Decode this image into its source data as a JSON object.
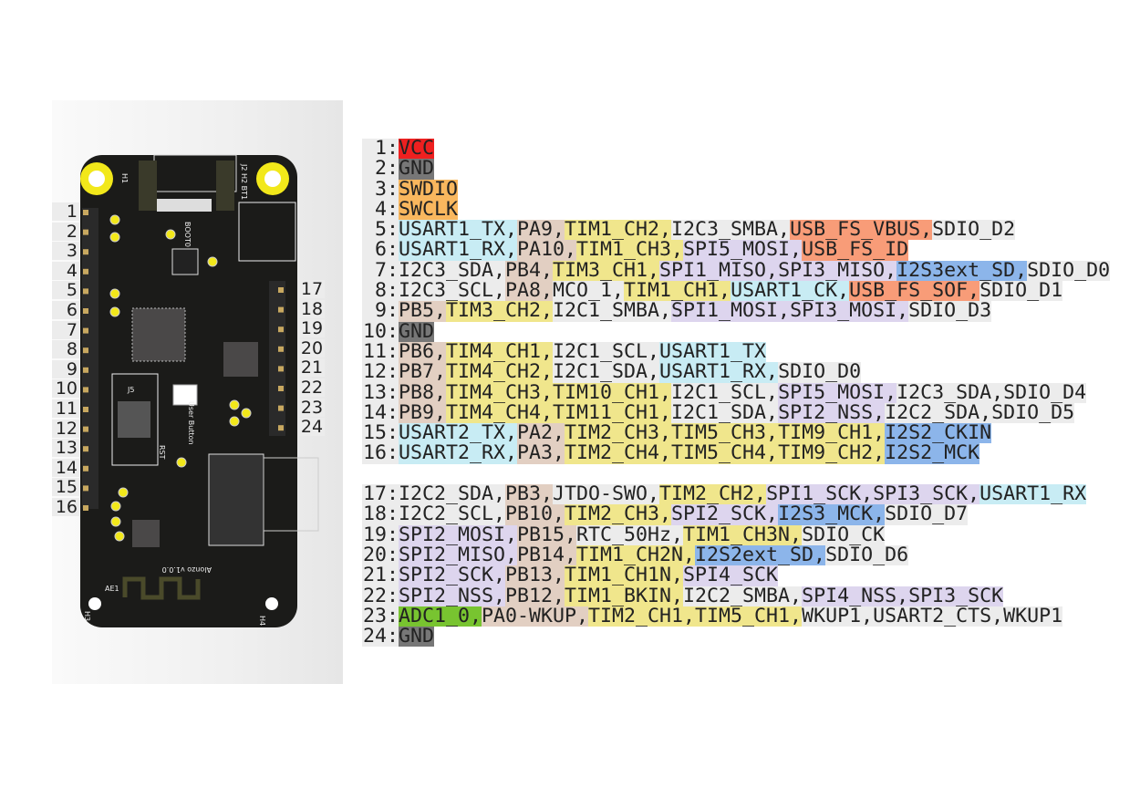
{
  "colors": {
    "power": "#ee2020",
    "gnd": "#777777",
    "debug": "#f9b75e",
    "uart": "#c8ecf4",
    "port": "#e2cfc2",
    "tim": "#f0e68c",
    "plain": "#ececec",
    "spi": "#ddd5ee",
    "usb": "#f89c78",
    "i2s": "#8cb5ea",
    "adc": "#78c430"
  },
  "board": {
    "left_header_pins": [
      "1",
      "2",
      "3",
      "4",
      "5",
      "6",
      "7",
      "8",
      "9",
      "10",
      "11",
      "12",
      "13",
      "14",
      "15",
      "16"
    ],
    "right_header_pins": [
      "17",
      "18",
      "19",
      "20",
      "21",
      "22",
      "23",
      "24"
    ],
    "silkscreen": {
      "h1": "H1",
      "h2": "J2 H2 BT1",
      "h3": "H3",
      "h4": "H4",
      "boot": "BOOT0",
      "user_button": "User Button",
      "rst": "RST",
      "j5": "J5",
      "ae1": "AE1",
      "version": "Alonzo v1.0.0"
    }
  },
  "pins": [
    {
      "num": "1:",
      "segs": [
        [
          "VCC",
          "power"
        ]
      ]
    },
    {
      "num": "2:",
      "segs": [
        [
          "GND",
          "gnd"
        ]
      ]
    },
    {
      "num": "3:",
      "segs": [
        [
          "SWDIO",
          "debug"
        ]
      ]
    },
    {
      "num": "4:",
      "segs": [
        [
          "SWCLK",
          "debug"
        ]
      ]
    },
    {
      "num": "5:",
      "segs": [
        [
          "USART1_TX,",
          "uart"
        ],
        [
          "PA9,",
          "port"
        ],
        [
          "TIM1_CH2,",
          "tim"
        ],
        [
          "I2C3_SMBA,",
          "plain"
        ],
        [
          "USB_FS_VBUS,",
          "usb"
        ],
        [
          "SDIO_D2",
          "plain"
        ]
      ]
    },
    {
      "num": "6:",
      "segs": [
        [
          "USART1_RX,",
          "uart"
        ],
        [
          "PA10,",
          "port"
        ],
        [
          "TIM1_CH3,",
          "tim"
        ],
        [
          "SPI5_MOSI,",
          "spi"
        ],
        [
          "USB_FS_ID",
          "usb"
        ]
      ]
    },
    {
      "num": "7:",
      "segs": [
        [
          "I2C3_SDA,",
          "plain"
        ],
        [
          "PB4,",
          "port"
        ],
        [
          "TIM3_CH1,",
          "tim"
        ],
        [
          "SPI1_MISO,",
          "spi"
        ],
        [
          "SPI3_MISO,",
          "spi"
        ],
        [
          "I2S3ext_SD,",
          "i2s"
        ],
        [
          "SDIO_D0",
          "plain"
        ]
      ]
    },
    {
      "num": "8:",
      "segs": [
        [
          "I2C3_SCL,",
          "plain"
        ],
        [
          "PA8,",
          "port"
        ],
        [
          "MCO_1,",
          "plain"
        ],
        [
          "TIM1_CH1,",
          "tim"
        ],
        [
          "USART1_CK,",
          "uart"
        ],
        [
          "USB_FS_SOF,",
          "usb"
        ],
        [
          "SDIO_D1",
          "plain"
        ]
      ]
    },
    {
      "num": "9:",
      "segs": [
        [
          "PB5,",
          "port"
        ],
        [
          "TIM3_CH2,",
          "tim"
        ],
        [
          "I2C1_SMBA,",
          "plain"
        ],
        [
          "SPI1_MOSI,",
          "spi"
        ],
        [
          "SPI3_MOSI,",
          "spi"
        ],
        [
          "SDIO_D3",
          "plain"
        ]
      ]
    },
    {
      "num": "10:",
      "segs": [
        [
          "GND",
          "gnd"
        ]
      ]
    },
    {
      "num": "11:",
      "segs": [
        [
          "PB6,",
          "port"
        ],
        [
          "TIM4_CH1,",
          "tim"
        ],
        [
          "I2C1_SCL,",
          "plain"
        ],
        [
          "USART1_TX",
          "uart"
        ]
      ]
    },
    {
      "num": "12:",
      "segs": [
        [
          "PB7,",
          "port"
        ],
        [
          "TIM4_CH2,",
          "tim"
        ],
        [
          "I2C1_SDA,",
          "plain"
        ],
        [
          "USART1_RX,",
          "uart"
        ],
        [
          "SDIO_D0",
          "plain"
        ]
      ]
    },
    {
      "num": "13:",
      "segs": [
        [
          "PB8,",
          "port"
        ],
        [
          "TIM4_CH3,",
          "tim"
        ],
        [
          "TIM10_CH1,",
          "tim"
        ],
        [
          "I2C1_SCL,",
          "plain"
        ],
        [
          "SPI5_MOSI,",
          "spi"
        ],
        [
          "I2C3_SDA,",
          "plain"
        ],
        [
          "SDIO_D4",
          "plain"
        ]
      ]
    },
    {
      "num": "14:",
      "segs": [
        [
          "PB9,",
          "port"
        ],
        [
          "TIM4_CH4,",
          "tim"
        ],
        [
          "TIM11_CH1,",
          "tim"
        ],
        [
          "I2C1_SDA,",
          "plain"
        ],
        [
          "SPI2_NSS,",
          "spi"
        ],
        [
          "I2C2_SDA,",
          "plain"
        ],
        [
          "SDIO_D5",
          "plain"
        ]
      ]
    },
    {
      "num": "15:",
      "segs": [
        [
          "USART2_TX,",
          "uart"
        ],
        [
          "PA2,",
          "port"
        ],
        [
          "TIM2_CH3,",
          "tim"
        ],
        [
          "TIM5_CH3,",
          "tim"
        ],
        [
          "TIM9_CH1,",
          "tim"
        ],
        [
          "I2S2_CKIN",
          "i2s"
        ]
      ]
    },
    {
      "num": "16:",
      "segs": [
        [
          "USART2_RX,",
          "uart"
        ],
        [
          "PA3,",
          "port"
        ],
        [
          "TIM2_CH4,",
          "tim"
        ],
        [
          "TIM5_CH4,",
          "tim"
        ],
        [
          "TIM9_CH2,",
          "tim"
        ],
        [
          "I2S2_MCK",
          "i2s"
        ]
      ]
    },
    {
      "num": "17:",
      "gap_before": true,
      "segs": [
        [
          "I2C2_SDA,",
          "plain"
        ],
        [
          "PB3,",
          "port"
        ],
        [
          "JTDO-SWO,",
          "plain"
        ],
        [
          "TIM2_CH2,",
          "tim"
        ],
        [
          "SPI1_SCK,",
          "spi"
        ],
        [
          "SPI3_SCK,",
          "spi"
        ],
        [
          "USART1_RX",
          "uart"
        ]
      ]
    },
    {
      "num": "18:",
      "segs": [
        [
          "I2C2_SCL,",
          "plain"
        ],
        [
          "PB10,",
          "port"
        ],
        [
          "TIM2_CH3,",
          "tim"
        ],
        [
          "SPI2_SCK,",
          "spi"
        ],
        [
          "I2S3_MCK,",
          "i2s"
        ],
        [
          "SDIO_D7",
          "plain"
        ]
      ]
    },
    {
      "num": "19:",
      "segs": [
        [
          "SPI2_MOSI,",
          "spi"
        ],
        [
          "PB15,",
          "port"
        ],
        [
          "RTC_50Hz,",
          "plain"
        ],
        [
          "TIM1_CH3N,",
          "tim"
        ],
        [
          "SDIO_CK",
          "plain"
        ]
      ]
    },
    {
      "num": "20:",
      "segs": [
        [
          "SPI2_MISO,",
          "spi"
        ],
        [
          "PB14,",
          "port"
        ],
        [
          "TIM1_CH2N,",
          "tim"
        ],
        [
          "I2S2ext_SD,",
          "i2s"
        ],
        [
          "SDIO_D6",
          "plain"
        ]
      ]
    },
    {
      "num": "21:",
      "segs": [
        [
          "SPI2_SCK,",
          "spi"
        ],
        [
          "PB13,",
          "port"
        ],
        [
          "TIM1_CH1N,",
          "tim"
        ],
        [
          "SPI4_SCK",
          "spi"
        ]
      ]
    },
    {
      "num": "22:",
      "segs": [
        [
          "SPI2_NSS,",
          "spi"
        ],
        [
          "PB12,",
          "port"
        ],
        [
          "TIM1_BKIN,",
          "tim"
        ],
        [
          "I2C2_SMBA,",
          "plain"
        ],
        [
          "SPI4_NSS,",
          "spi"
        ],
        [
          "SPI3_SCK",
          "spi"
        ]
      ]
    },
    {
      "num": "23:",
      "segs": [
        [
          "ADC1_0,",
          "adc"
        ],
        [
          "PA0-WKUP,",
          "port"
        ],
        [
          "TIM2_CH1,",
          "tim"
        ],
        [
          "TIM5_CH1,",
          "tim"
        ],
        [
          "WKUP1,",
          "plain"
        ],
        [
          "USART2_CTS,",
          "plain"
        ],
        [
          "WKUP1",
          "plain"
        ]
      ]
    },
    {
      "num": "24:",
      "segs": [
        [
          "GND",
          "gnd"
        ]
      ]
    }
  ]
}
